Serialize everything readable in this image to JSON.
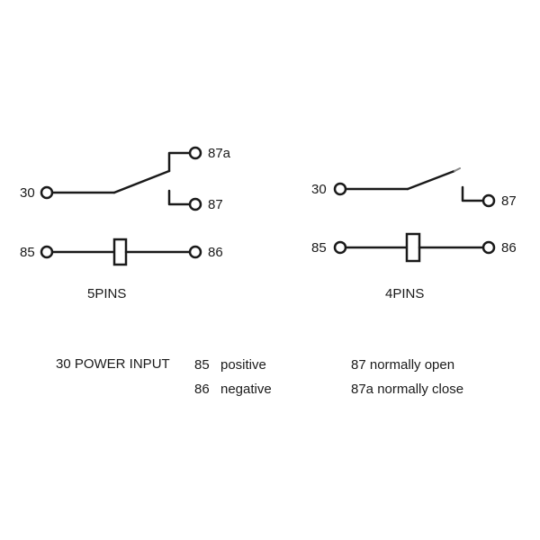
{
  "diagrams": [
    {
      "caption": "5PINS",
      "pins": {
        "p30": "30",
        "p87a": "87a",
        "p87": "87",
        "p85": "85",
        "p86": "86"
      }
    },
    {
      "caption": "4PINS",
      "pins": {
        "p30": "30",
        "p87": "87",
        "p85": "85",
        "p86": "86"
      }
    }
  ],
  "legend": {
    "power": "30 POWER INPUT",
    "positive_num": "85",
    "positive_label": "positive",
    "negative_num": "86",
    "negative_label": "negative",
    "open": "87 normally open",
    "close": "87a normally close"
  },
  "colors": {
    "line": "#1a1a1a",
    "background": "#ffffff"
  }
}
